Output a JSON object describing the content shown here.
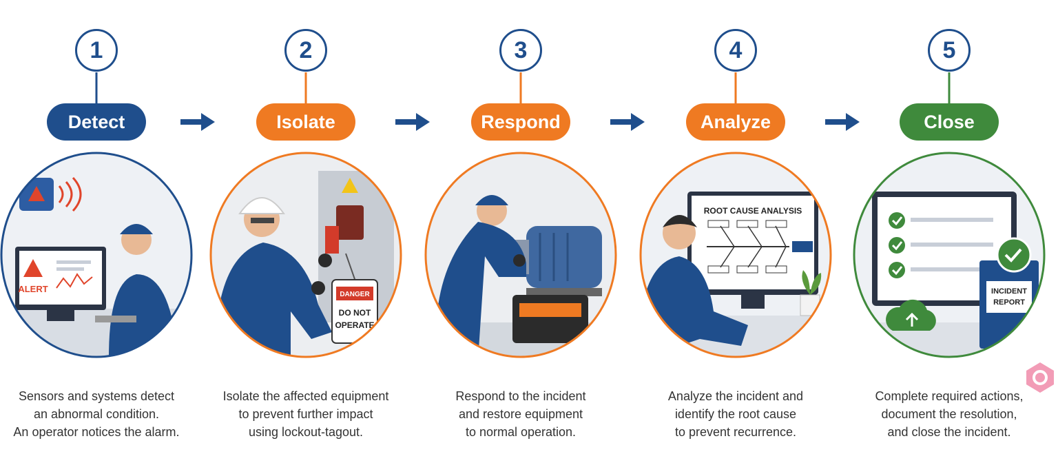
{
  "steps": [
    {
      "number": "1",
      "label": "Detect",
      "color": "#1f4e8c",
      "desc": [
        "Sensors and systems detect",
        "an abnormal condition.",
        "An operator notices the alarm."
      ],
      "illustration_text": [
        "ALERT"
      ]
    },
    {
      "number": "2",
      "label": "Isolate",
      "color": "#ef7a22",
      "desc": [
        "Isolate the affected equipment",
        "to prevent further impact",
        "using lockout-tagout."
      ],
      "illustration_text": [
        "DANGER",
        "DO NOT",
        "OPERATE"
      ]
    },
    {
      "number": "3",
      "label": "Respond",
      "color": "#ef7a22",
      "desc": [
        "Respond to the incident",
        "and restore equipment",
        "to normal operation."
      ],
      "illustration_text": []
    },
    {
      "number": "4",
      "label": "Analyze",
      "color": "#ef7a22",
      "desc": [
        "Analyze the incident and",
        "identify the root cause",
        "to prevent recurrence."
      ],
      "illustration_text": [
        "ROOT CAUSE ANALYSIS"
      ]
    },
    {
      "number": "5",
      "label": "Close",
      "color": "#3f8a3c",
      "desc": [
        "Complete required actions,",
        "document the resolution,",
        "and close the incident."
      ],
      "illustration_text": [
        "INCIDENT",
        "REPORT"
      ]
    }
  ],
  "colors": {
    "navy": "#1f4e8c",
    "orange": "#ef7a22",
    "green": "#3f8a3c",
    "text": "#333333"
  }
}
